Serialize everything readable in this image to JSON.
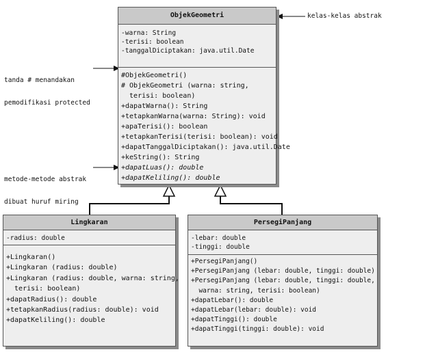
{
  "annotations": {
    "abstract_classes": "kelas-kelas abstrak",
    "protected_marker": [
      "tanda # menandakan",
      "pemodifikasi protected"
    ],
    "italic_methods": [
      "metode-metode abstrak",
      "dibuat huruf miring"
    ]
  },
  "objek": {
    "name": "ObjekGeometri",
    "attributes": [
      "-warna: String",
      "-terisi: boolean",
      "-tanggalDiciptakan: java.util.Date"
    ],
    "methods": [
      "#ObjekGeometri()",
      "# ObjekGeometri (warna: string,",
      "  terisi: boolean)",
      "+dapatWarna(): String",
      "+tetapkanWarna(warna: String): void",
      "+apaTerisi(): boolean",
      "+tetapkanTerisi(terisi: boolean): void",
      "+dapatTanggalDiciptakan(): java.util.Date",
      "+keString(): String",
      "+dapatLuas(): double",
      "+dapatKeliling(): double"
    ]
  },
  "lingkaran": {
    "name": "Lingkaran",
    "attributes": [
      "-radius: double"
    ],
    "methods": [
      "+Lingkaran()",
      "+Lingkaran (radius: double)",
      "+Lingkaran (radius: double, warna: string,",
      "  terisi: boolean)",
      "+dapatRadius(): double",
      "+tetapkanRadius(radius: double): void",
      "+dapatKeliling(): double"
    ]
  },
  "persegi": {
    "name": "PersegiPanjang",
    "attributes": [
      "-lebar: double",
      "-tinggi: double"
    ],
    "methods": [
      "+PersegiPanjang()",
      "+PersegiPanjang (lebar: double, tinggi: double)",
      "+PersegiPanjang (lebar: double, tinggi: double,",
      "  warna: string, terisi: boolean)",
      "+dapatLebar(): double",
      "+dapatLebar(lebar: double): void",
      "+dapatTinggi(): double",
      "+dapatTinggi(tinggi: double): void"
    ]
  }
}
